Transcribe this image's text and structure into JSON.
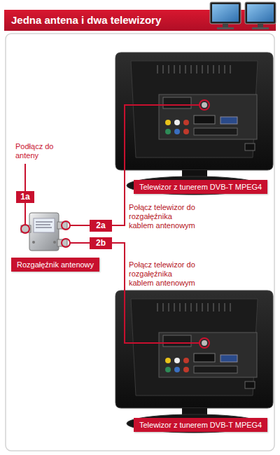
{
  "diagram": {
    "title": "Jedna antena i dwa telewizory",
    "nodes": [
      {
        "text": [
          "Telewizor z tunerem DVB-T MPEG4"
        ]
      },
      {
        "text": [
          "Rozgałęźnik antenowy"
        ]
      },
      {
        "text": [
          "Telewizor z tunerem DVB-T MPEG4"
        ]
      }
    ],
    "edges": [
      {
        "from": 1,
        "to": 0,
        "arrow": "none",
        "label": "Połącz telewizor do rozgałęźnika kablem antenowym"
      },
      {
        "from": 1,
        "to": 2,
        "arrow": "none",
        "label": "Połącz telewizor do rozgałęźnika kablem antenowym"
      }
    ],
    "labels": [
      "Podłącz do anteny",
      "1a",
      "2a",
      "2b"
    ]
  }
}
